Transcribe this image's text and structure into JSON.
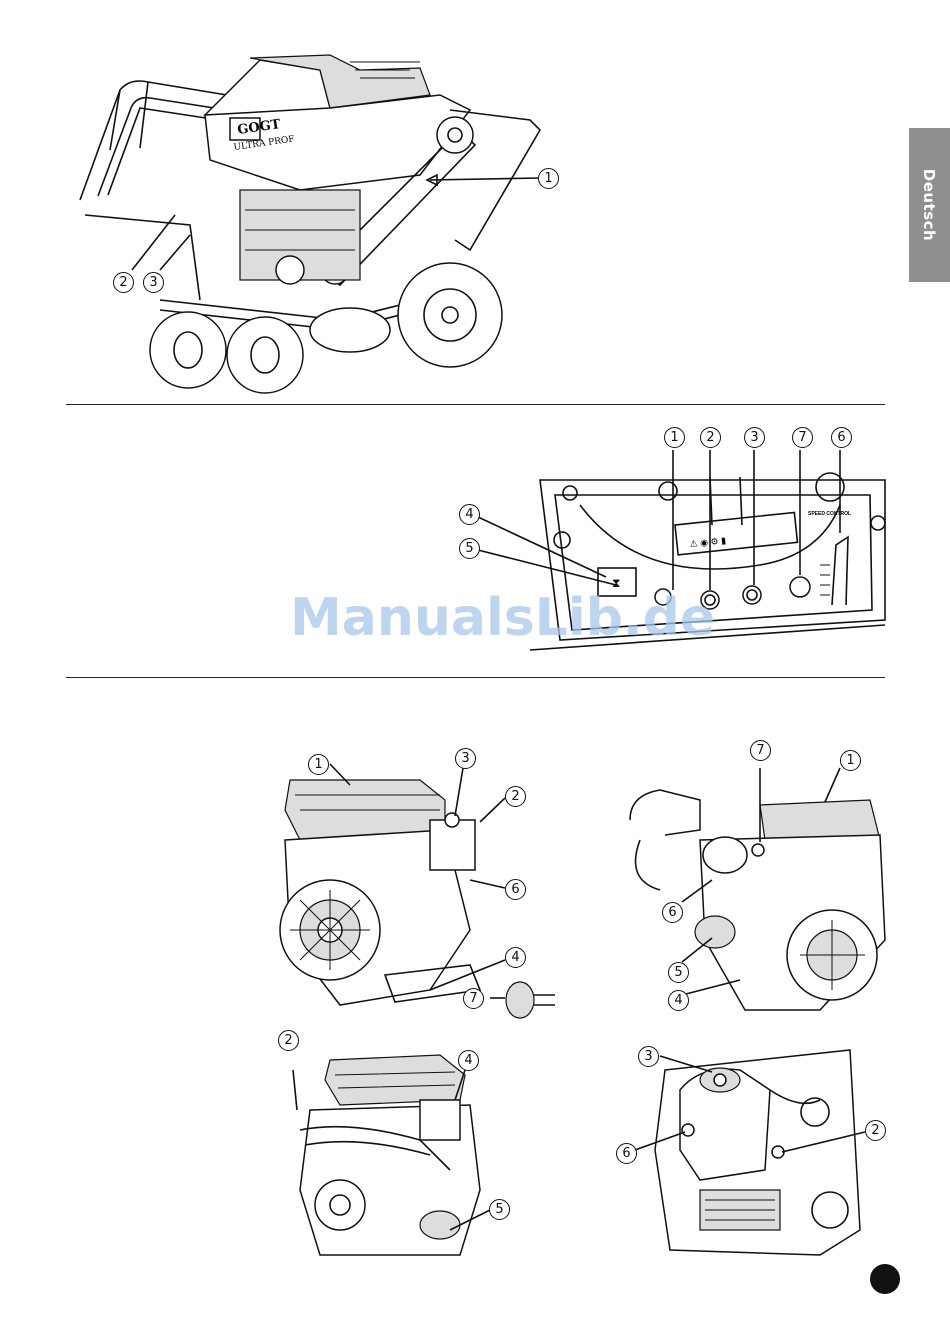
{
  "side_tab": {
    "label": "Deutsch"
  },
  "watermark": {
    "text": "ManualsLib.de"
  },
  "machine": {
    "brand": "GOGT",
    "model": "ULTRA PROF",
    "callouts": [
      "1",
      "2",
      "3"
    ]
  },
  "panel": {
    "callouts": [
      "1",
      "2",
      "3",
      "7",
      "6",
      "4",
      "5"
    ],
    "speed_label": "SPEED CONTROL"
  },
  "engines": {
    "tl_callouts": [
      "1",
      "3",
      "2",
      "6",
      "4",
      "7"
    ],
    "tr_callouts": [
      "7",
      "1",
      "6",
      "5",
      "4"
    ],
    "bl_callouts": [
      "2",
      "4",
      "5"
    ],
    "br_callouts": [
      "3",
      "2",
      "6"
    ]
  }
}
